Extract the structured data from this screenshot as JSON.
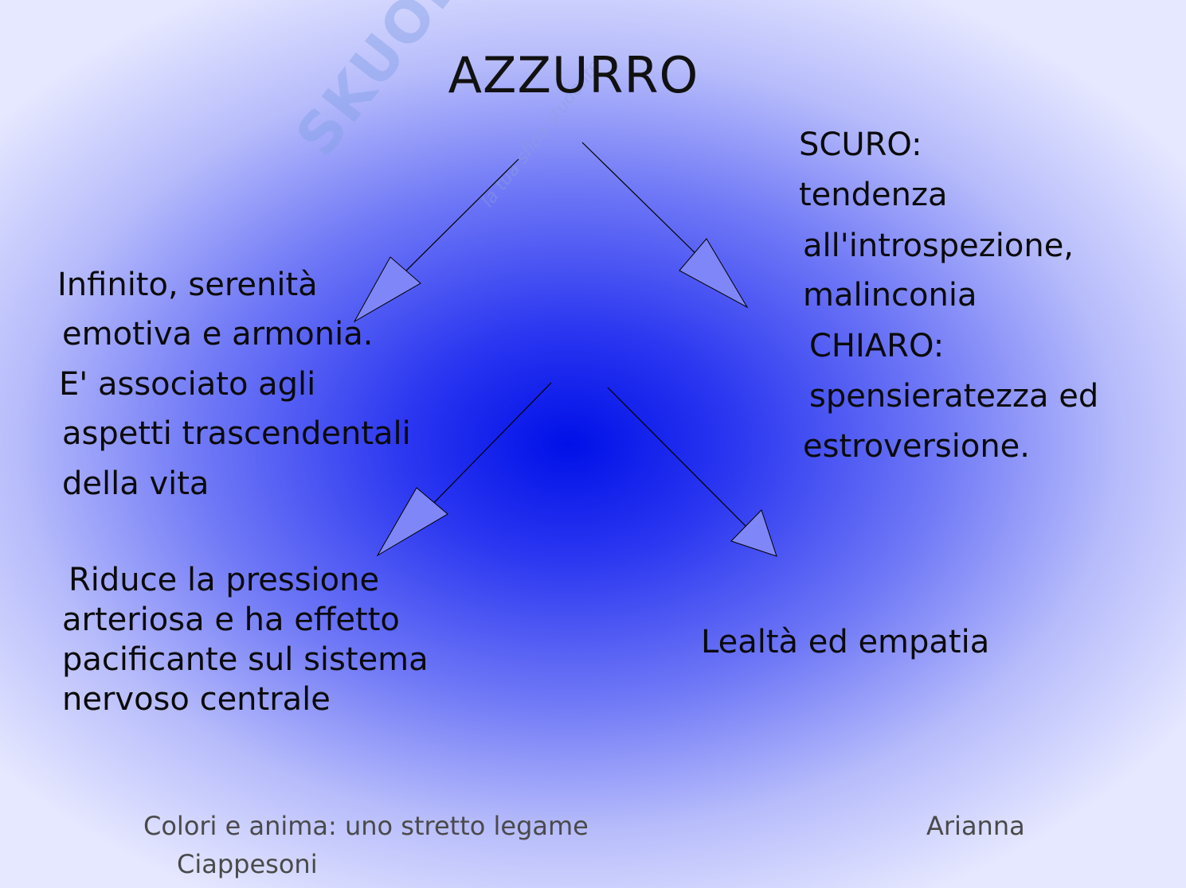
{
  "title": "AZZURRO",
  "watermark": {
    "text": "SKUOLA.NET",
    "sub": "la tua sfida studente"
  },
  "left_top": {
    "lines": [
      "Infinito, serenità",
      "emotiva e armonia.",
      "E' associato agli",
      "aspetti trascendentali",
      "della vita"
    ]
  },
  "right_top": {
    "lines": [
      "SCURO:",
      "tendenza",
      "all'introspezione,",
      "malinconia",
      "CHIARO:",
      "spensieratezza ed",
      "estroversione."
    ]
  },
  "left_bottom": {
    "lines": [
      "Riduce la pressione",
      "arteriosa e ha effetto",
      "pacificante sul sistema",
      "nervoso centrale"
    ]
  },
  "right_bottom": {
    "text": "Lealtà ed empatia"
  },
  "footer": {
    "left": "Colori e anima: uno stretto legame",
    "right": "Arianna",
    "second_line": "Ciappesoni"
  },
  "colors": {
    "arrow_fill": "#7f86f7",
    "background_center": "#0010e8",
    "background_edge": "#e6e8ff"
  }
}
